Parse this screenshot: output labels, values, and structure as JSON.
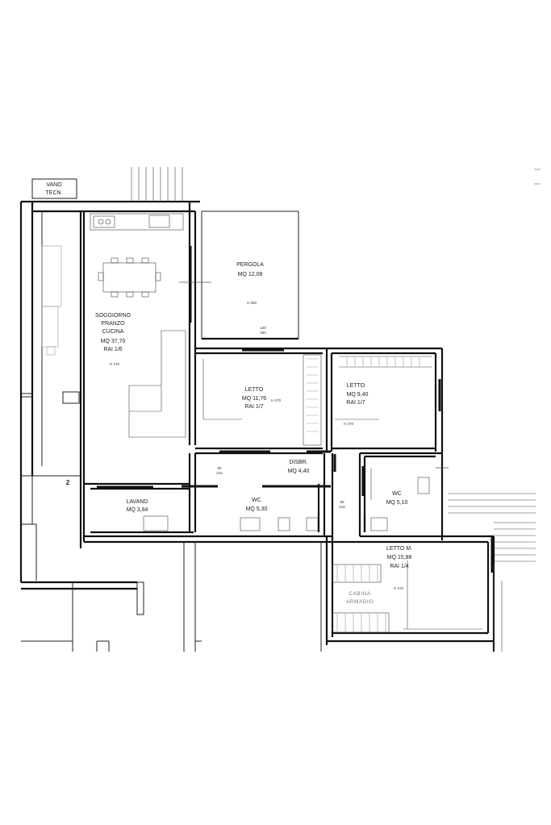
{
  "plan": {
    "vano_tecn": [
      "VANO",
      "TECN."
    ],
    "rooms": {
      "pergola": [
        "PERGOLA",
        "MQ 12,08"
      ],
      "soggiorno": [
        "SOGGIORNO",
        "PRANZO",
        "CUCINA",
        "MQ 37,70",
        "RAI 1/6"
      ],
      "letto1": [
        "LETTO",
        "MQ 11,76",
        "RAI 1/7"
      ],
      "letto2": [
        "LETTO",
        "MQ 9,40",
        "RAI 1/7"
      ],
      "disbr": [
        "DISBR.",
        "MQ 4,40"
      ],
      "lavand": [
        "LAVAND",
        "MQ 3,84"
      ],
      "wc1": [
        "WC",
        "MQ 5,30"
      ],
      "wc2": [
        "WC",
        "MQ 5,10"
      ],
      "letto_m": [
        "LETTO M.",
        "MQ 15,88",
        "RAI 1/4"
      ],
      "cabina": [
        "CABINA",
        "ARMADIO"
      ]
    },
    "marks": {
      "h270": "H 270",
      "h290": "H 290",
      "axis_number": "2",
      "door_80_210": [
        "80",
        "210"
      ],
      "door_120_250": [
        "120",
        "250"
      ]
    },
    "colors": {
      "walls": "#111111",
      "background": "#ffffff",
      "fixtures": "#444444"
    }
  }
}
